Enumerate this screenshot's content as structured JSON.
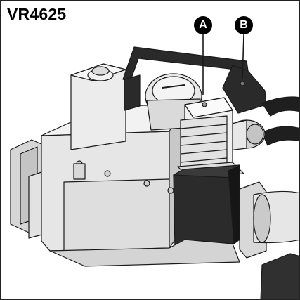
{
  "figure": {
    "model_label": "VR4625",
    "callouts": [
      {
        "letter": "A"
      },
      {
        "letter": "B"
      }
    ]
  },
  "colors": {
    "body": "#e6e6e6",
    "shadow": "#b9b9b9",
    "dark": "#2a2a2a",
    "outline": "#1a1a1a"
  }
}
